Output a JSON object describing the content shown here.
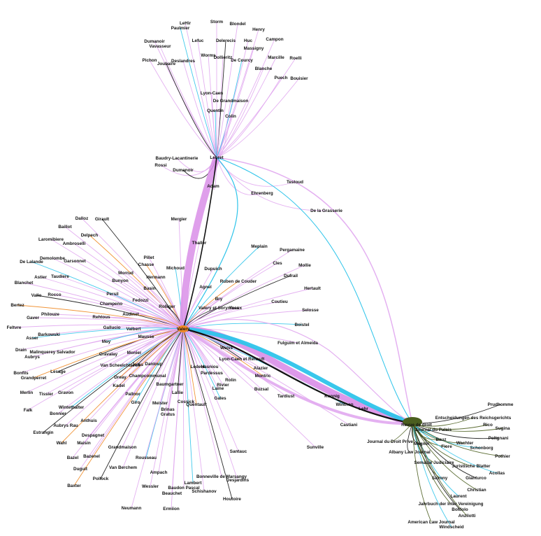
{
  "colors": {
    "pink": "#e1a8f0",
    "pink_heavy": "#d98ee8",
    "cyan": "#2ec4ea",
    "black": "#111111",
    "olive": "#4b5e1f",
    "orange": "#f08a24"
  },
  "hubs": [
    {
      "id": "lebret",
      "label": "Lebret"
    },
    {
      "id": "valery",
      "label": "Valery"
    },
    {
      "id": "right",
      "label": "Revue de droit"
    }
  ],
  "labels": [
    "LeHir",
    "Storm",
    "Blondel",
    "Paulmier",
    "Henry",
    "Dumanoir",
    "Lefuc",
    "Delerecis",
    "Huc",
    "Campon",
    "Vavasseur",
    "Massigny",
    "Worms",
    "Dollieritz",
    "De Courcy",
    "Marcille",
    "Roelli",
    "Pichon",
    "Joubaire",
    "Deslandres",
    "Blanche",
    "Puech",
    "Bouisier",
    "Lyon-Caen",
    "De Grandmaison",
    "Quentin",
    "Colin",
    "Baudry-Lacantinerie",
    "Rossi",
    "Dumanoir",
    "Adam",
    "Testoud",
    "Ehrenberg",
    "De la Grasserie",
    "Mergier",
    "Thaller",
    "Meplain",
    "Pergamaine",
    "Cles",
    "Mollie",
    "Dufrail",
    "Hertault",
    "Ruben de Couder",
    "Dupuich",
    "Agnel",
    "Coutieu",
    "Selosse",
    "Boistel",
    "Bry",
    "Yeaux",
    "Dalloz",
    "Girault",
    "Baillot",
    "Delpech",
    "Laromibiere",
    "Ambroselli",
    "Demolombe",
    "Garsonnet",
    "De Lalande",
    "Taudiere",
    "Astier",
    "Blanchet",
    "Vallo",
    "Rocco",
    "Bertez",
    "Philouze",
    "Gaver",
    "Feltvre",
    "Barkowski",
    "Asser",
    "Drain",
    "Malinquerey Salvador",
    "Aubrys",
    "Lesage",
    "Bonfils",
    "Grandperret",
    "Merlin",
    "Tissier",
    "Gravon",
    "Falk",
    "Wintethalter",
    "Bonnier",
    "Anthuis",
    "Aubrys Rau",
    "Estrangin",
    "Despagnet",
    "Wahl",
    "Maisin",
    "Grandmaison",
    "Bazenel",
    "Bazel",
    "Rousseau",
    "Van Berchem",
    "Duguit",
    "Ampach",
    "Pollock",
    "Wessler",
    "Baxter",
    "Beauchet",
    "Neumann",
    "Ermiion",
    "Baudon Pascal",
    "Lambert",
    "Schishanov",
    "Bonneville de Marsangy",
    "Desjardins",
    "Houtoire",
    "Santauc",
    "Chasse",
    "Morrud",
    "Pillet",
    "Bunyon",
    "Hermann",
    "Michoud",
    "Persil",
    "Fedozzi",
    "Basin",
    "Rolliger",
    "Champeno",
    "Audinet",
    "Rehtous",
    "Gallucio",
    "Valbert",
    "Mausse",
    "Moy",
    "Cravalay",
    "Monier",
    "Van Scheelchtaven",
    "Jolas",
    "Danloup",
    "Dreay",
    "Champcommunal",
    "Kadel",
    "Pallnor",
    "Baumgartner",
    "Giro",
    "Meister",
    "Cossick",
    "Brinas",
    "Lallie",
    "Gratus",
    "Quentault",
    "Ledeur",
    "Pardessus",
    "Hasniou",
    "Rolin",
    "Gales",
    "Rivier",
    "Laine",
    "Weiss",
    "Lyon-Caen et Renault",
    "Alazier",
    "Montric",
    "Buzsal",
    "Tardiust",
    "Fulguim et Almeida",
    "Konnig",
    "Winthon",
    "Lehr",
    "Castiani",
    "Sunville",
    "Valery et Sorynines",
    "Prudhomme",
    "Entscheidungen des Reichsgerichts",
    "Rico",
    "Journal du Palais",
    "Sugina",
    "Poltgnani",
    "Journal du Droit Prive",
    "Wachter",
    "Schonborg",
    "Pothier",
    "Albany Law Journal",
    "Fiore",
    "Juristische Blatter",
    "Acollas",
    "Semaine Judiciaire",
    "Gianturco",
    "Saxony",
    "Christian",
    "Laurent",
    "Jahrbuch der Inter Vereinigung",
    "Boldolo",
    "Anzilotti",
    "American Law Journal",
    "Windscheid",
    "Bauz",
    "Magnin"
  ]
}
